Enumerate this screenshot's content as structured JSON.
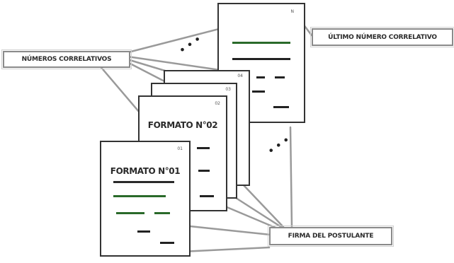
{
  "labels": {
    "numeros_correlativos": "NÚMEROS CORRELATIVOS",
    "ultimo_numero": "ÚLTIMO NÚMERO CORRELATIVO",
    "firma": "FIRMA DEL POSTULANTE"
  },
  "pages": {
    "formato_01": {
      "title": "FORMATO N°01",
      "number": "01"
    },
    "formato_02": {
      "title": "FORMATO N°02",
      "number": "02"
    },
    "page_03": {
      "number": "03"
    },
    "page_04": {
      "number": "04"
    },
    "last": {
      "number": "N"
    }
  },
  "ellipsis": "• • •",
  "colors": {
    "line": "#9a9a9a",
    "ink": "#2a2a2a",
    "frame": "#333333"
  }
}
